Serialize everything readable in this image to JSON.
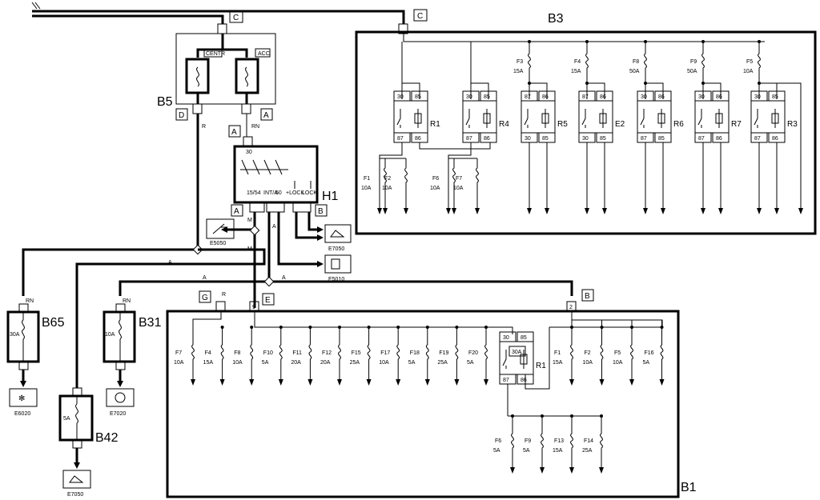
{
  "blocks": {
    "b3": {
      "label": "B3",
      "connector": "C"
    },
    "b5": {
      "label": "B5",
      "conn_top": "C",
      "conn_left": "D",
      "conn_right": "A",
      "fuse_left": "CENTR",
      "fuse_right": "ACC",
      "wire_left": "R",
      "wire_right": "RN"
    },
    "h1": {
      "label": "H1",
      "conn_top": "A",
      "conn_bl": "A",
      "conn_br": "B",
      "terms": [
        "15/54",
        "INT/A",
        "50",
        "+LOCK",
        "LOCK"
      ],
      "top_term": "30"
    },
    "b1": {
      "label": "B1",
      "conn_g": "G",
      "conn_e": "E",
      "conn_b": "B",
      "pin_g": "R",
      "pin_9": "9",
      "pin_2": "2"
    },
    "b65": {
      "label": "B65",
      "wire": "RN",
      "fuse": "30A"
    },
    "b31": {
      "label": "B31",
      "wire": "RN",
      "fuse": "10A"
    },
    "b42": {
      "label": "B42",
      "fuse": "5A"
    }
  },
  "b3_relays": [
    {
      "name": "R1",
      "fuse": "",
      "rating": "",
      "t1": "30",
      "t2": "85",
      "b1": "87",
      "b2": "86"
    },
    {
      "name": "R4",
      "fuse": "",
      "rating": "",
      "t1": "30",
      "t2": "85",
      "b1": "87",
      "b2": "86"
    },
    {
      "name": "R5",
      "fuse": "F3",
      "rating": "15A",
      "t1": "87",
      "t2": "86",
      "b1": "30",
      "b2": "85"
    },
    {
      "name": "E2",
      "fuse": "F4",
      "rating": "15A",
      "t1": "87",
      "t2": "86",
      "b1": "30",
      "b2": "85"
    },
    {
      "name": "R6",
      "fuse": "F8",
      "rating": "50A",
      "t1": "30",
      "t2": "86",
      "b1": "87",
      "b2": "85"
    },
    {
      "name": "R7",
      "fuse": "F9",
      "rating": "50A",
      "t1": "30",
      "t2": "86",
      "b1": "87",
      "b2": "86"
    },
    {
      "name": "R3",
      "fuse": "F5",
      "rating": "10A",
      "t1": "30",
      "t2": "85",
      "b1": "87",
      "b2": "86"
    }
  ],
  "b3_low_fuses": [
    {
      "name": "F1",
      "rating": "10A"
    },
    {
      "name": "F2",
      "rating": "10A"
    },
    {
      "name": "F6",
      "rating": "10A"
    },
    {
      "name": "F7",
      "rating": "10A"
    }
  ],
  "b1_left_fuses": [
    {
      "name": "F7",
      "rating": "10A"
    },
    {
      "name": "F4",
      "rating": "15A"
    },
    {
      "name": "F8",
      "rating": "10A"
    },
    {
      "name": "F10",
      "rating": "5A"
    },
    {
      "name": "F11",
      "rating": "20A"
    },
    {
      "name": "F12",
      "rating": "20A"
    },
    {
      "name": "F15",
      "rating": "25A"
    },
    {
      "name": "F17",
      "rating": "10A"
    },
    {
      "name": "F18",
      "rating": "5A"
    },
    {
      "name": "F19",
      "rating": "25A"
    },
    {
      "name": "F20",
      "rating": "5A"
    }
  ],
  "b1_relay": {
    "name": "R1",
    "rating": "30A",
    "t1": "30",
    "t2": "85",
    "b1": "87",
    "b2": "86"
  },
  "b1_right_fuses": [
    {
      "name": "F1",
      "rating": "15A"
    },
    {
      "name": "F2",
      "rating": "10A"
    },
    {
      "name": "F5",
      "rating": "10A"
    },
    {
      "name": "F16",
      "rating": "5A"
    }
  ],
  "b1_low_fuses": [
    {
      "name": "F6",
      "rating": "5A"
    },
    {
      "name": "F9",
      "rating": "5A"
    },
    {
      "name": "F13",
      "rating": "15A"
    },
    {
      "name": "F14",
      "rating": "25A"
    }
  ],
  "components": {
    "e5050": "E5050",
    "e7050a": "E7050",
    "e5010": "E5010",
    "e6020": "E6020",
    "e7020": "E7020",
    "e7050b": "E7050"
  },
  "wire_labels": {
    "m1": "M",
    "m2": "M",
    "a1": "A",
    "a2": "A",
    "a3": "A",
    "a4": "A",
    "r1": "R",
    "r2": "R"
  }
}
